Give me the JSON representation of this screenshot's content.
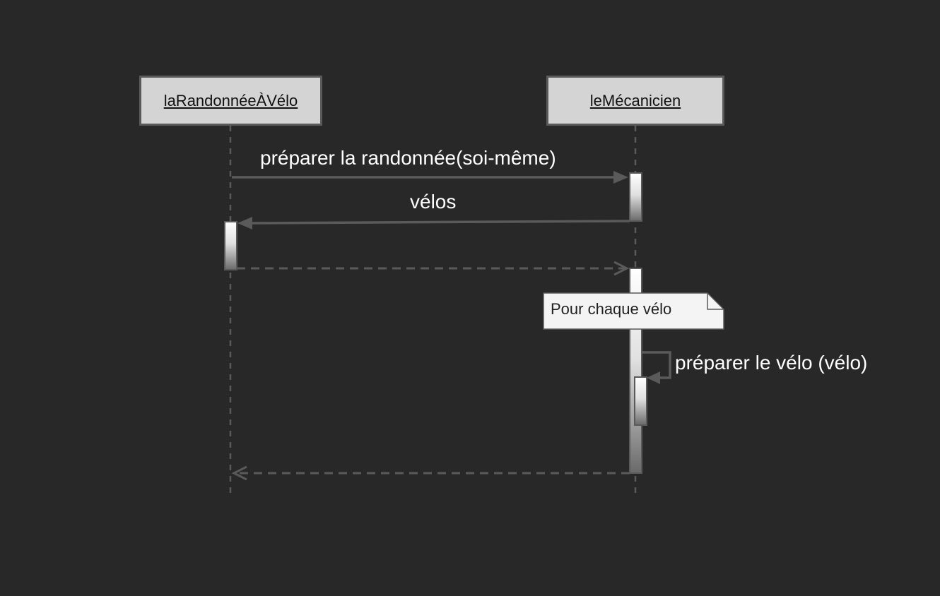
{
  "lifelines": [
    {
      "name": "laRandonnéeÀVélo"
    },
    {
      "name": "leMécanicien"
    }
  ],
  "messages": [
    {
      "label": "préparer la randonnée(soi-même)",
      "kind": "sync"
    },
    {
      "label": "vélos",
      "kind": "sync"
    },
    {
      "label": "",
      "kind": "reply"
    },
    {
      "label": "préparer le vélo (vélo)",
      "kind": "self"
    },
    {
      "label": "",
      "kind": "reply"
    }
  ],
  "note": {
    "text": "Pour chaque vélo"
  },
  "colors": {
    "background": "#282828",
    "line": "#5a5a5a",
    "box_fill": "#d4d4d4",
    "note_fill": "#f4f4f4",
    "text_light": "#ffffff"
  }
}
